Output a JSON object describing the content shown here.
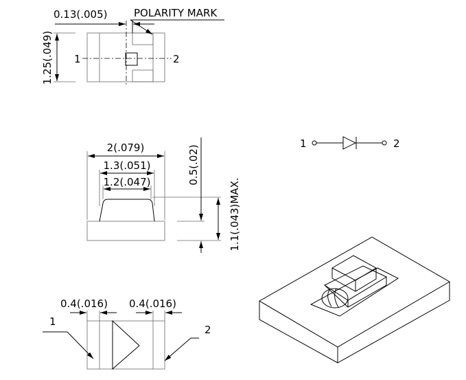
{
  "top_view": {
    "width_dim": "0.13(.005)",
    "polarity_label": "POLARITY MARK",
    "height_dim": "1.25(.049)",
    "pin1": "1",
    "pin2": "2"
  },
  "side_view": {
    "dim_total": "2(.079)",
    "dim_lens_base": "1.3(.051)",
    "dim_lens_top": "1.2(.047)",
    "dim_base_height": "0.5(.02)",
    "dim_max_height": "1.1(.043)MAX."
  },
  "schematic": {
    "pin1": "1",
    "pin2": "2"
  },
  "bottom_view": {
    "dim_left": "0.4(.016)",
    "dim_right": "0.4(.016)",
    "pin1": "1",
    "pin2": "2"
  }
}
